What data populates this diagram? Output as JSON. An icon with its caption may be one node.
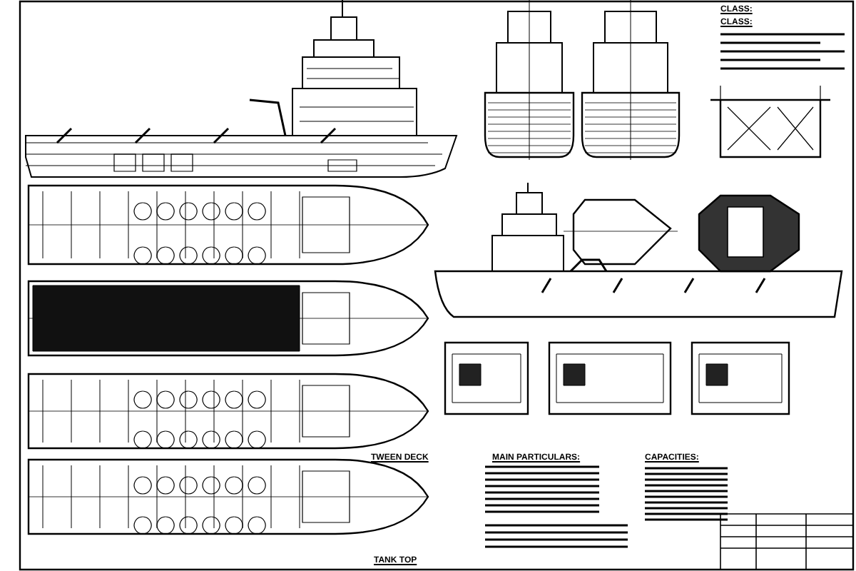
{
  "diagram": {
    "labels": [
      "CLASS:",
      "CLASS:",
      "MAIN PARTICULARS:",
      "CAPACITIES:",
      "TWEEN DECK",
      "TANK TOP"
    ]
  }
}
